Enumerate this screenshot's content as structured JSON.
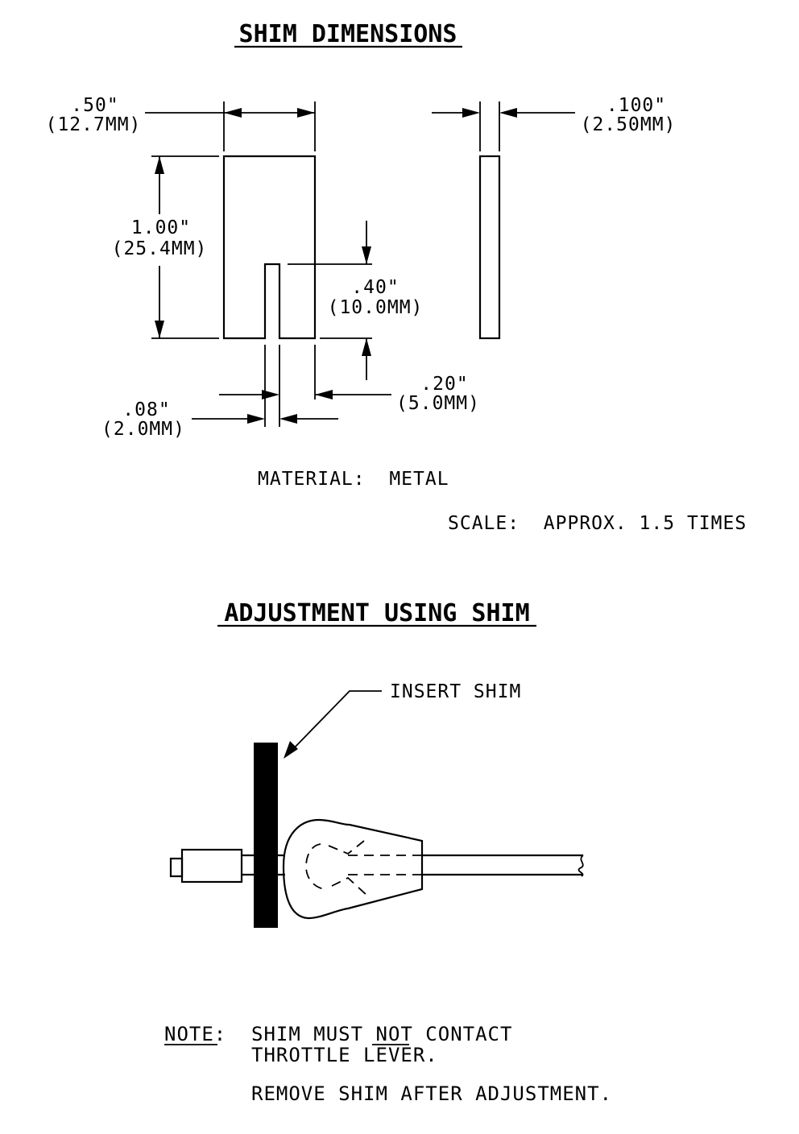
{
  "titles": {
    "shim_dimensions": "SHIM DIMENSIONS",
    "adjustment": "ADJUSTMENT USING SHIM"
  },
  "dimensions": {
    "width": {
      "in": ".50\"",
      "mm": "(12.7MM)"
    },
    "thickness": {
      "in": ".100\"",
      "mm": "(2.50MM)"
    },
    "height": {
      "in": "1.00\"",
      "mm": "(25.4MM)"
    },
    "slot_depth": {
      "in": ".40\"",
      "mm": "(10.0MM)"
    },
    "slot_offset": {
      "in": ".20\"",
      "mm": "(5.0MM)"
    },
    "slot_width": {
      "in": ".08\"",
      "mm": "(2.0MM)"
    }
  },
  "material": "MATERIAL:  METAL",
  "scale": "SCALE:  APPROX. 1.5 TIMES",
  "callout_insert": "INSERT SHIM",
  "note": {
    "label": "NOTE:",
    "line1_pre": "SHIM MUST ",
    "line1_emph": "NOT",
    "line1_post": " CONTACT",
    "line2": "THROTTLE LEVER.",
    "line3": "REMOVE SHIM AFTER ADJUSTMENT."
  }
}
